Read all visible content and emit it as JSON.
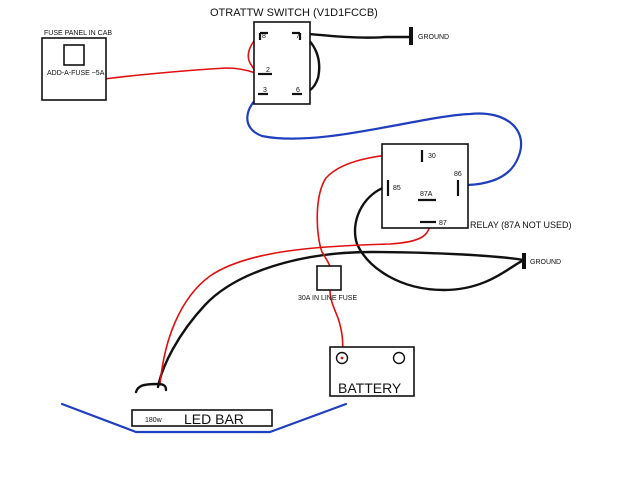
{
  "switch": {
    "title": "OTRATTW SWITCH (V1D1FCCB)",
    "pins": {
      "p8": "8",
      "p7": "7",
      "p2": "2",
      "p3": "3",
      "p6": "6"
    }
  },
  "fuse_panel": {
    "title": "FUSE PANEL IN CAB",
    "fuse_label": "ADD-A-FUSE ~5A"
  },
  "ground_top": "GROUND",
  "ground_right": "GROUND",
  "relay": {
    "title": "RELAY (87A NOT USED)",
    "pins": {
      "p30": "30",
      "p85": "85",
      "p86": "86",
      "p87a": "87A",
      "p87": "87"
    }
  },
  "inline_fuse": "30A IN LINE FUSE",
  "battery": "BATTERY",
  "led_bar": {
    "label": "LED BAR",
    "wattage": "180w"
  },
  "colors": {
    "red_wire": "#e01010",
    "black_wire": "#111111",
    "blue_wire": "#1f3fbf"
  }
}
